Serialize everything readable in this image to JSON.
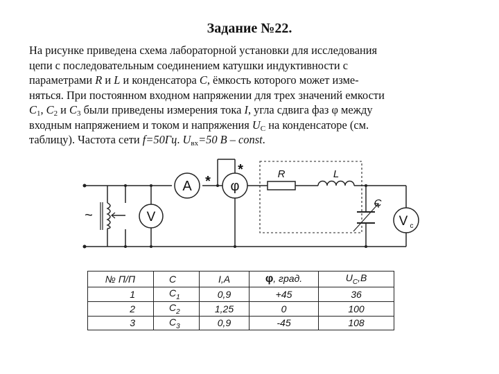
{
  "title": "Задание №22.",
  "lines": [
    "На рисунке приведена схема лабораторной установки для исследования",
    "цепи с последовательным соединением катушки индуктивности с",
    "параметрами",
    "R",
    "и",
    "L",
    "и конденсатора",
    "C",
    ", ёмкость которого может изме-",
    "няться.  При постоянном входном напряжении для трех значений емкости",
    "C",
    "1",
    ", ",
    "C",
    "2",
    " и ",
    "C",
    "3",
    " были приведены измерения тока ",
    "I",
    ", угла сдвига фаз φ между",
    "входным напряжением и током и напряжения ",
    "U",
    "C",
    " на конденсаторе (см.",
    "таблицу). Частота сети ",
    "f=50Гц",
    ". ",
    "U",
    "вх",
    "=50 В – const",
    "."
  ],
  "schematic": {
    "ammeter": "A",
    "voltmeter": "V",
    "phasemeter": "φ",
    "capacitor_voltmeter": "V",
    "capacitor_voltmeter_sub": "c",
    "resistor": "R",
    "inductor": "L",
    "capacitor": "C",
    "source": "~",
    "star1": "*",
    "star2": "*"
  },
  "table": {
    "headers": [
      "№ П/П",
      "C",
      "I,A",
      "φ",
      ", град.",
      "U",
      "C",
      ",B"
    ],
    "rows": [
      {
        "n": "1",
        "c": "C",
        "c_sub": "1",
        "i": "0,9",
        "phi": "+45",
        "uc": "36"
      },
      {
        "n": "2",
        "c": "C",
        "c_sub": "2",
        "i": "1,25",
        "phi": "0",
        "uc": "100"
      },
      {
        "n": "3",
        "c": "C",
        "c_sub": "3",
        "i": "0,9",
        "phi": "-45",
        "uc": "108"
      }
    ]
  }
}
